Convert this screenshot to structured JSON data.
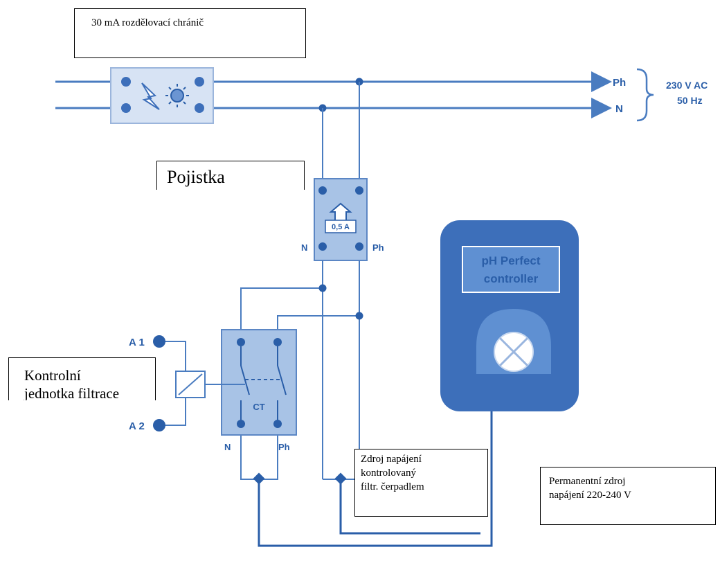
{
  "colors": {
    "wire": "#4a7cc0",
    "dark_wire": "#2a5ea8",
    "box_fill": "#a8c3e6",
    "box_stroke": "#5b86c4",
    "device": "#3d6fba",
    "device_panel": "#5f90d2"
  },
  "lines": {
    "ph": "Ph",
    "n": "N",
    "supply_voltage": "230 V AC",
    "supply_freq": "50 Hz"
  },
  "fuse": {
    "rating": "0,5 A",
    "n_label": "N",
    "ph_label": "Ph"
  },
  "contactor": {
    "name": "CT",
    "n_label": "N",
    "ph_label": "Ph"
  },
  "coil_terminals": {
    "a1": "A 1",
    "a2": "A 2"
  },
  "controller": {
    "line1": "pH Perfect",
    "line2": "controller"
  },
  "callouts": {
    "rcd": "30 mA rozdělovací chránič",
    "fuse": "Pojistka",
    "control_unit_l1": "Kontrolní",
    "control_unit_l2": "jednotka filtrace",
    "controlled_supply_l1": "Zdroj napájení",
    "controlled_supply_l2": "kontrolovaný",
    "controlled_supply_l3": "filtr. čerpadlem",
    "permanent_supply_l1": "Permanentní zdroj",
    "permanent_supply_l2": "napájení 220-240 V"
  }
}
